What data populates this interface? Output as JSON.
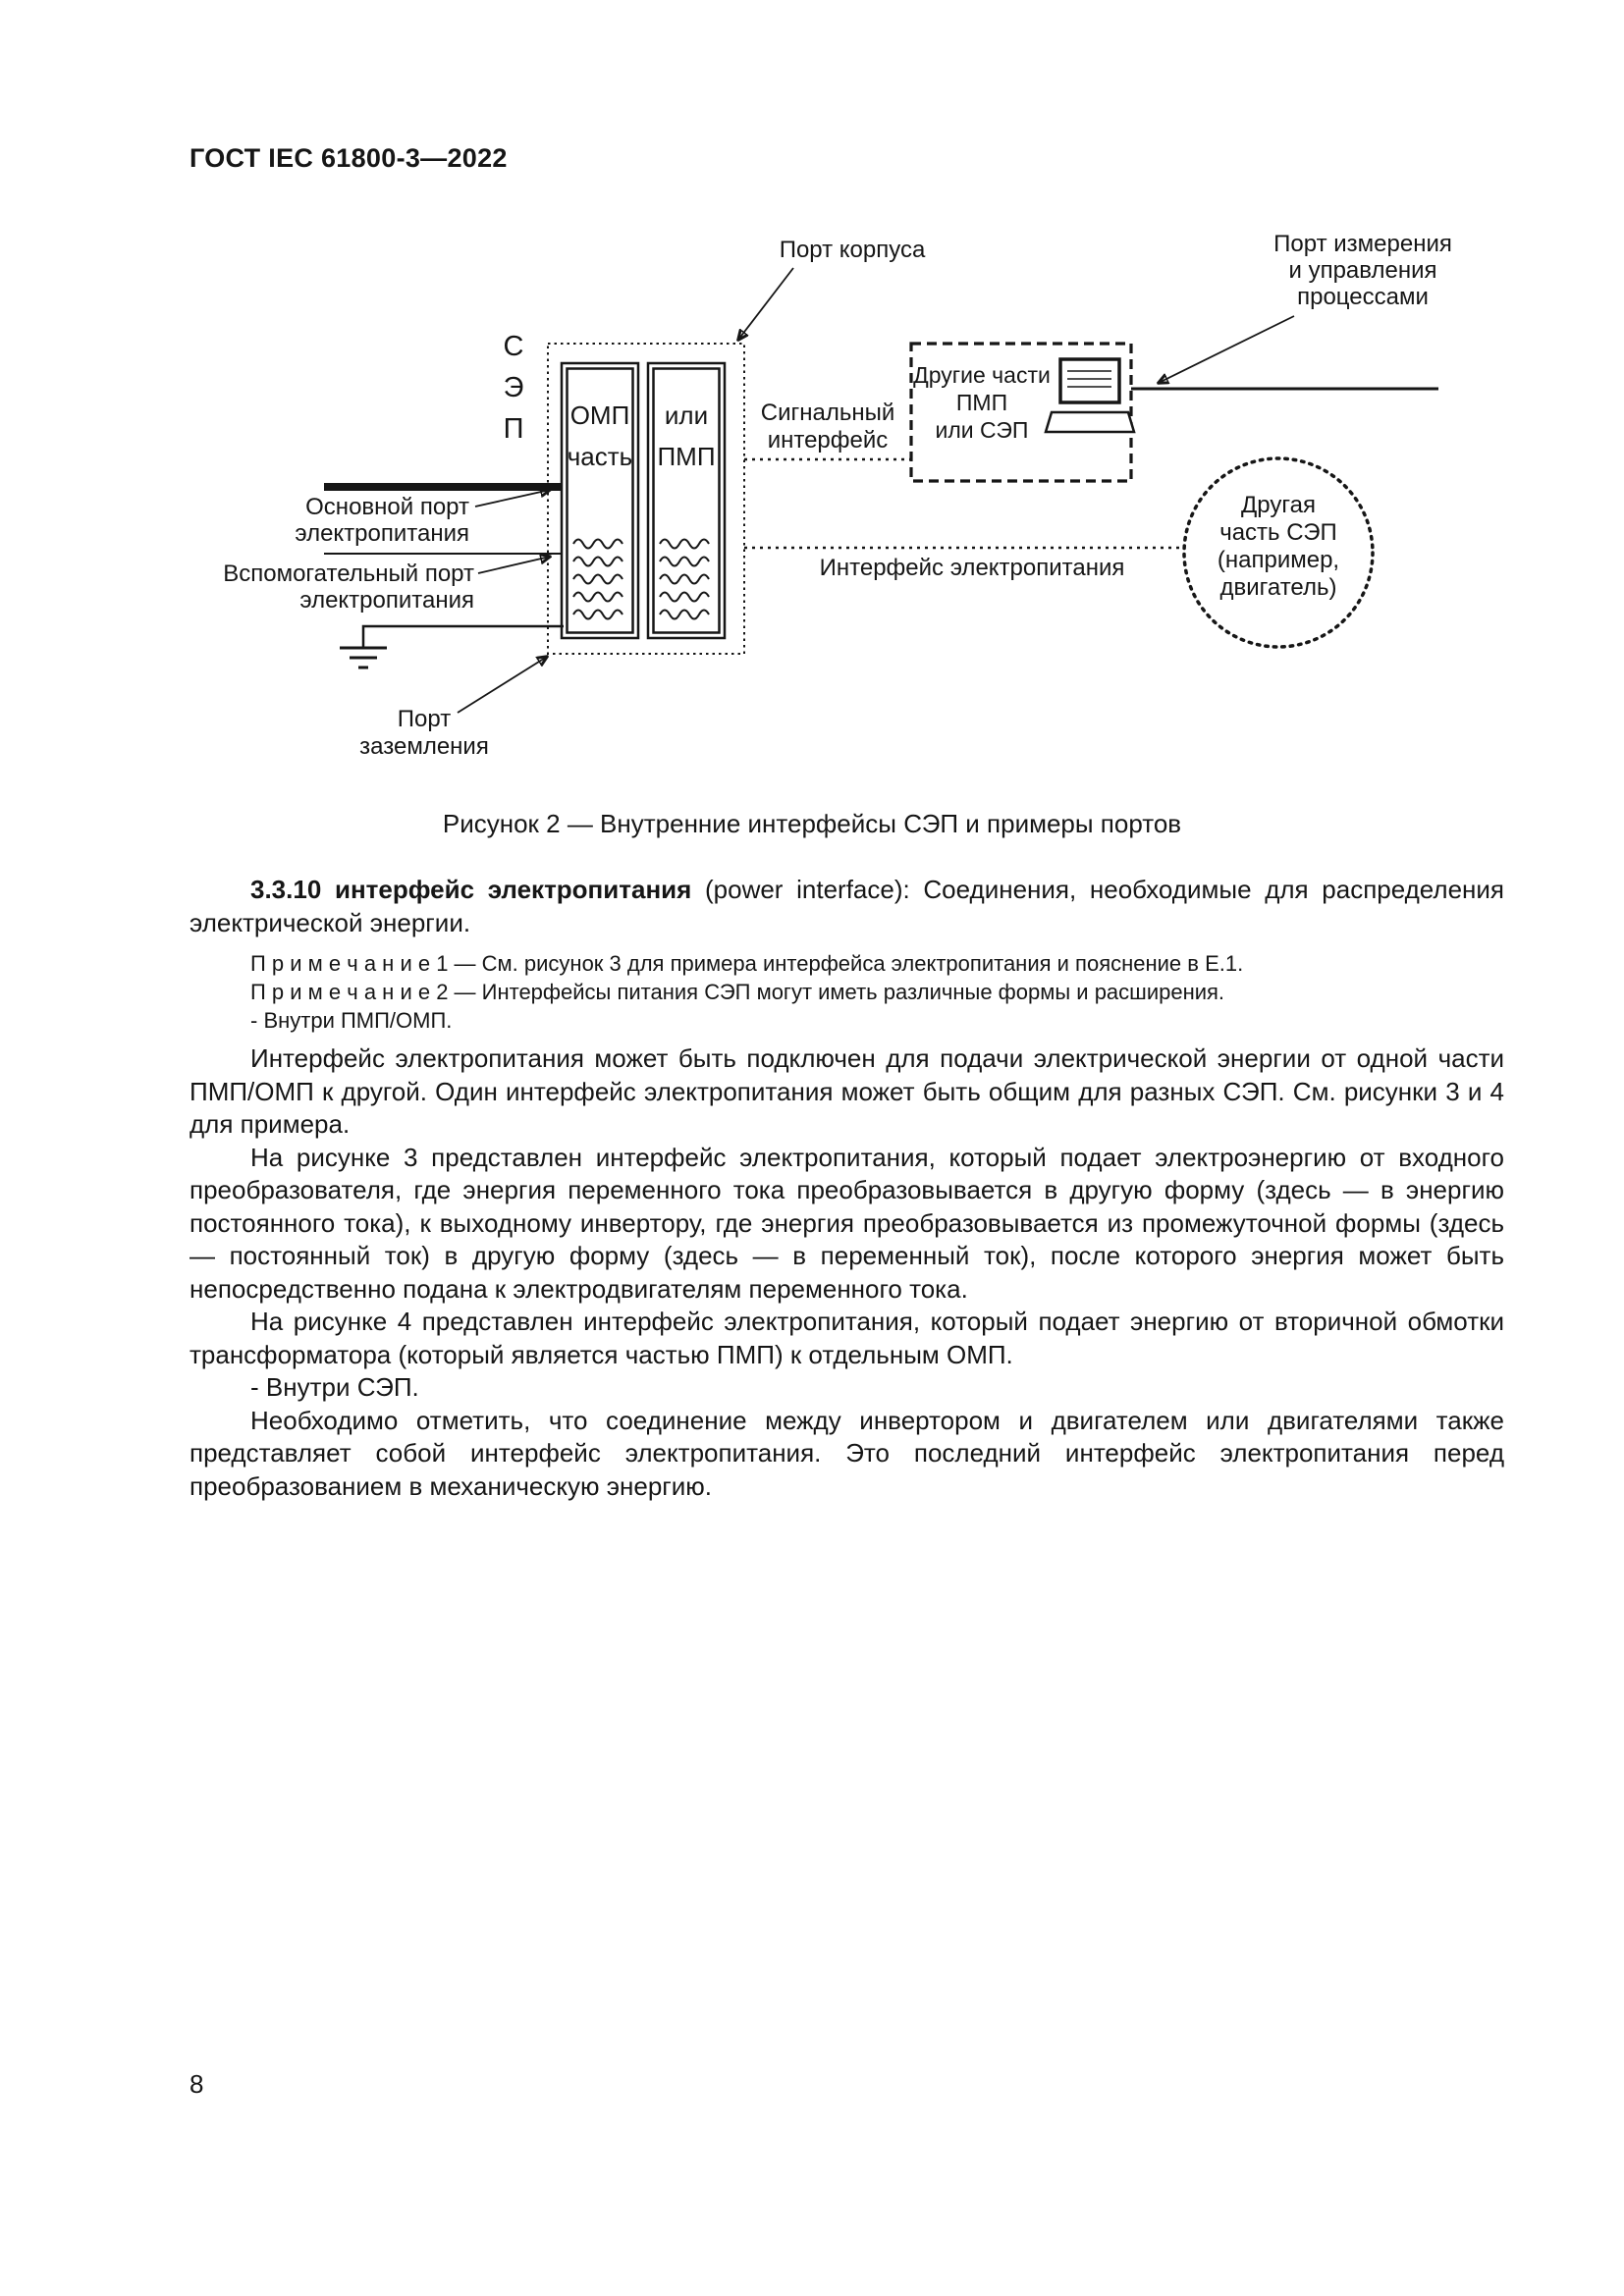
{
  "colors": {
    "page_bg": "#ffffff",
    "ink": "#161616"
  },
  "header": {
    "title": "ГОСТ IEC 61800-3—2022"
  },
  "figure": {
    "caption": "Рисунок 2 — Внутренние интерфейсы СЭП и примеры портов",
    "labels": {
      "port_case": "Порт корпуса",
      "port_measure": [
        "Порт измерения",
        "и управления",
        "процессами"
      ],
      "sep": [
        "С",
        "Э",
        "П"
      ],
      "omp": [
        "ОМП",
        "часть"
      ],
      "pmp": [
        "или",
        "ПМП"
      ],
      "signal": [
        "Сигнальный",
        "интерфейс"
      ],
      "other_parts": [
        "Другие части",
        "ПМП",
        "или СЭП"
      ],
      "main_port": [
        "Основной порт",
        "электропитания"
      ],
      "aux_port": [
        "Вспомогательный порт",
        "электропитания"
      ],
      "power_interface": "Интерфейс электропитания",
      "other_sep": [
        "Другая",
        "часть СЭП",
        "(например,",
        "двигатель)"
      ],
      "ground_port": [
        "Порт",
        "заземления"
      ]
    }
  },
  "content": {
    "term_bold": "3.3.10 интерфейс электропитания",
    "term_rest": " (power interface): Соединения, необходимые для распределения электрической энергии.",
    "notes": [
      "П р и м е ч а н и е  1 — См. рисунок 3 для примера интерфейса электропитания и пояснение в Е.1.",
      "П р и м е ч а н и е  2 — Интерфейсы питания СЭП могут иметь различные формы и расширения."
    ],
    "list_item_1": "- Внутри ПМП/ОМП.",
    "paragraphs": [
      "Интерфейс электропитания может быть подключен для подачи электрической энергии от одной части ПМП/ОМП к другой. Один интерфейс электропитания может быть общим для разных СЭП. См. рисунки 3 и 4 для примера.",
      "На рисунке 3 представлен интерфейс электропитания, который подает электроэнергию от входного преобразователя, где энергия переменного тока преобразовывается в другую форму (здесь — в энергию постоянного тока), к выходному инвертору, где энергия преобразовывается из промежуточной формы (здесь — постоянный ток) в другую форму (здесь — в переменный ток), после которого энергия может быть непосредственно подана к электродвигателям переменного тока.",
      "На рисунке 4 представлен интерфейс электропитания, который подает энергию от вторичной обмотки трансформатора (который является частью ПМП) к отдельным ОМП.",
      "Необходимо отметить, что соединение между инвертором и двигателем или двигателями также представляет собой интерфейс электропитания. Это последний интерфейс электропитания перед преобразованием в механическую энергию."
    ],
    "list_item_2": "- Внутри СЭП."
  },
  "page_number": "8"
}
